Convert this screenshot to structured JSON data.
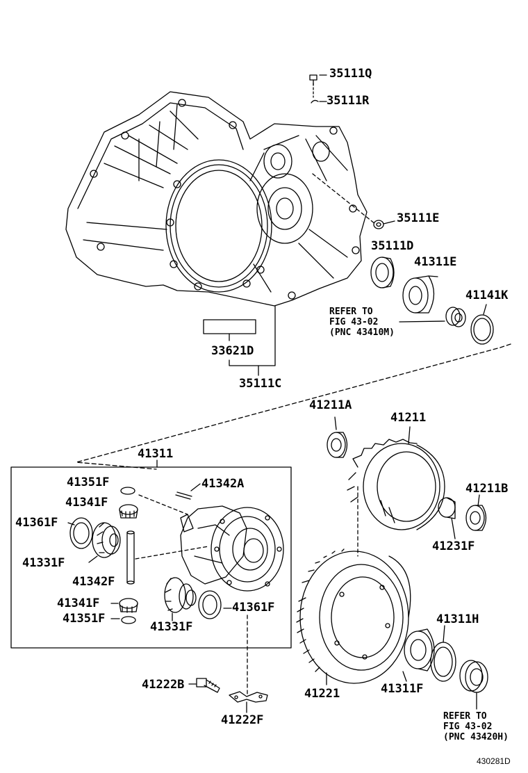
{
  "parts": {
    "p35111Q": "35111Q",
    "p35111R": "35111R",
    "p35111E": "35111E",
    "p35111D": "35111D",
    "p41311E": "41311E",
    "p41141K": "41141K",
    "p33621D": "33621D",
    "p35111C": "35111C",
    "p41211A": "41211A",
    "p41211": "41211",
    "p41211B": "41211B",
    "p41231F": "41231F",
    "p41311": "41311",
    "p41351F_top": "41351F",
    "p41342A": "41342A",
    "p41341F_top": "41341F",
    "p41361F_left": "41361F",
    "p41331F_left": "41331F",
    "p41342F": "41342F",
    "p41341F_bot": "41341F",
    "p41351F_bot": "41351F",
    "p41331F_bot": "41331F",
    "p41361F_right": "41361F",
    "p41222B": "41222B",
    "p41222F": "41222F",
    "p41221": "41221",
    "p41311F": "41311F",
    "p41311H": "41311H"
  },
  "refer_note_1": {
    "line1": "REFER TO",
    "line2": "FIG 43-02",
    "line3": "(PNC 43410M)"
  },
  "refer_note_2": {
    "line1": "REFER TO",
    "line2": "FIG 43-02",
    "line3": "(PNC 43420H)"
  },
  "figure_id": "430281D"
}
